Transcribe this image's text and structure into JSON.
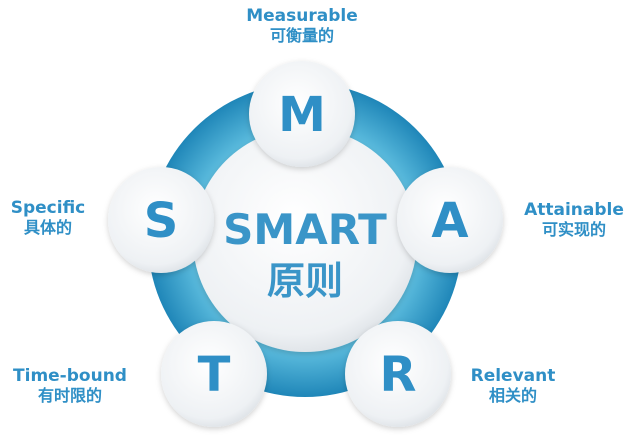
{
  "colors": {
    "ring": "#3ea9d2",
    "ring_dark": "#1f86b8",
    "circle_fill": "#f2f4f6",
    "text": "#2f8fc6"
  },
  "center": {
    "title": "SMART",
    "subtitle": "原则"
  },
  "letters": {
    "m": "M",
    "s": "S",
    "a": "A",
    "t": "T",
    "r": "R"
  },
  "labels": {
    "measurable": {
      "en": "Measurable",
      "zh": "可衡量的"
    },
    "specific": {
      "en": "Specific",
      "zh": "具体的"
    },
    "attainable": {
      "en": "Attainable",
      "zh": "可实现的"
    },
    "time_bound": {
      "en": "Time-bound",
      "zh": "有时限的"
    },
    "relevant": {
      "en": "Relevant",
      "zh": "相关的"
    }
  }
}
